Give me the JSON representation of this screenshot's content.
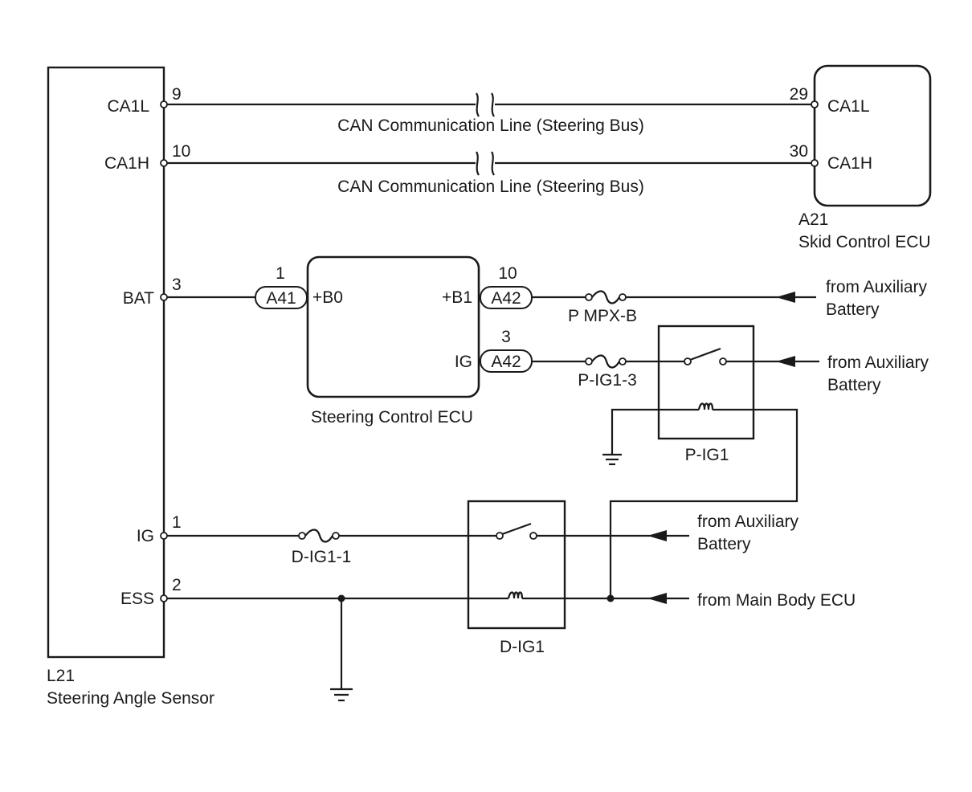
{
  "sensor": {
    "code": "L21",
    "name": "Steering Angle Sensor",
    "terminals": [
      {
        "name": "CA1L",
        "pin": "9"
      },
      {
        "name": "CA1H",
        "pin": "10"
      },
      {
        "name": "BAT",
        "pin": "3"
      },
      {
        "name": "IG",
        "pin": "1"
      },
      {
        "name": "ESS",
        "pin": "2"
      }
    ]
  },
  "skid_ecu": {
    "code": "A21",
    "name": "Skid Control ECU",
    "terminals": [
      {
        "name": "CA1L",
        "pin": "29"
      },
      {
        "name": "CA1H",
        "pin": "30"
      }
    ]
  },
  "can_lines": [
    "CAN Communication Line (Steering Bus)",
    "CAN Communication Line (Steering Bus)"
  ],
  "steering_ecu": {
    "name": "Steering Control ECU",
    "terminals": [
      {
        "name": "+B0",
        "connector": "A41",
        "pin": "1"
      },
      {
        "name": "+B1",
        "connector": "A42",
        "pin": "10"
      },
      {
        "name": "IG",
        "connector": "A42",
        "pin": "3"
      }
    ]
  },
  "fuses": [
    "P MPX-B",
    "P-IG1-3",
    "D-IG1-1"
  ],
  "relays": [
    "P-IG1",
    "D-IG1"
  ],
  "sources": [
    {
      "line1": "from Auxiliary",
      "line2": "Battery"
    },
    {
      "line1": "from Auxiliary",
      "line2": "Battery"
    },
    {
      "line1": "from Auxiliary",
      "line2": "Battery"
    },
    {
      "line1": "from Main Body ECU",
      "line2": ""
    }
  ]
}
